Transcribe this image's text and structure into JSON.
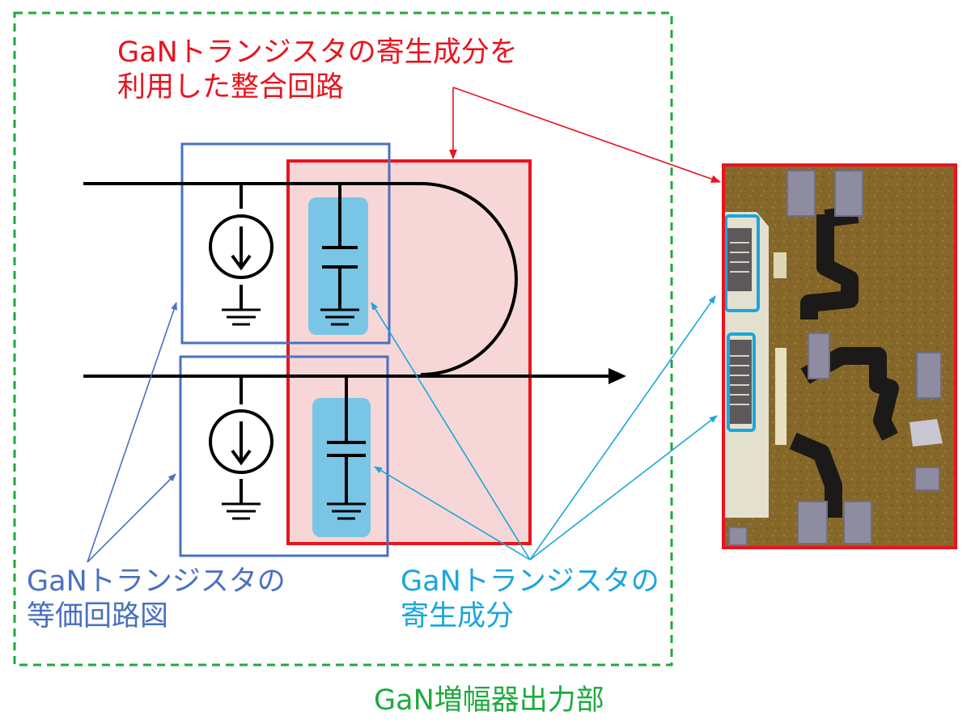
{
  "labels": {
    "matching_circuit": {
      "line1": "GaNトランジスタの寄生成分を",
      "line2": "利用した整合回路"
    },
    "equivalent_circuit": {
      "line1": "GaNトランジスタの",
      "line2": "等価回路図"
    },
    "parasitic_component": {
      "line1": "GaNトランジスタの",
      "line2": "寄生成分"
    },
    "amplifier_output": "GaN増幅器出力部"
  },
  "colors": {
    "matching_red": "#e8141e",
    "matching_fill": "#f6d6d6",
    "equivalent_blue": "#4a70c0",
    "parasitic_cyan": "#1aa6dc",
    "parasitic_fill": "#79c5e5",
    "output_green": "#1eaa3e",
    "wire": "#000000",
    "die_substrate": "#8a6a2a"
  },
  "icons": {
    "current_source": "current-source-icon",
    "capacitor": "capacitor-icon",
    "ground": "ground-icon",
    "output_arrow": "arrow-right-icon"
  }
}
